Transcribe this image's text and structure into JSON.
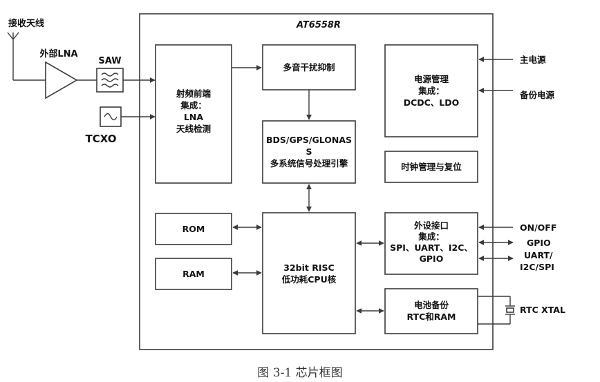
{
  "chip_title": "AT6558R",
  "antenna_label": "接收天线",
  "lna_label": "外部LNA",
  "saw_label": "SAW",
  "tcxo_label": "TCXO",
  "rf_frontend": {
    "title": "射频前端",
    "line2": "集成：",
    "line3": "LNA",
    "line4": "天线检测"
  },
  "interference": {
    "title": "多音干扰抑制"
  },
  "engine": {
    "line1": "BDS/GPS/GLONAS",
    "line2": "S",
    "line3": "多系统信号处理引擎"
  },
  "power_mgmt": {
    "title": "电源管理",
    "line2": "集成：",
    "line3": "DCDC、LDO"
  },
  "clock": {
    "title": "时钟管理与复位"
  },
  "rom": {
    "title": "ROM"
  },
  "ram": {
    "title": "RAM"
  },
  "cpu": {
    "line1": "32bit RISC",
    "line2": "低功耗CPU核"
  },
  "peripheral": {
    "title": "外设接口",
    "line2": "集成：",
    "line3": "SPI、UART、I2C、",
    "line4": "GPIO"
  },
  "battery": {
    "line1": "电池备份",
    "line2": "RTC和RAM"
  },
  "ext": {
    "main_power": "主电源",
    "backup_power": "备份电源",
    "onoff": "ON/OFF",
    "gpio": "GPIO",
    "uart1": "UART/",
    "uart2": "I2C/SPI",
    "rtc_xtal": "RTC XTAL"
  },
  "caption": "图 3-1 芯片框图"
}
